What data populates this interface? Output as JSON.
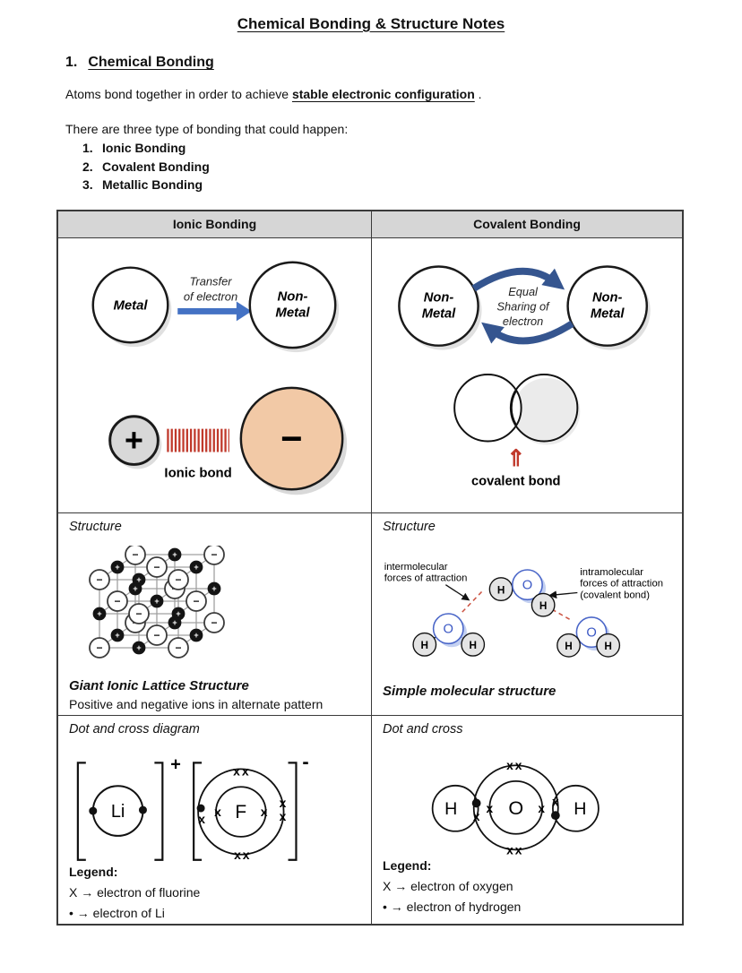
{
  "page": {
    "title": "Chemical Bonding & Structure Notes",
    "section": {
      "number": "1.",
      "heading": "Chemical Bonding"
    },
    "intro": {
      "pre": "Atoms bond together in order to achieve ",
      "emphasis": "stable electronic configuration",
      "post": " ."
    },
    "list_intro": "There are three type of bonding that could happen:",
    "bond_types": [
      {
        "num": "1.",
        "label": "Ionic Bonding"
      },
      {
        "num": "2.",
        "label": "Covalent Bonding"
      },
      {
        "num": "3.",
        "label": "Metallic Bonding"
      }
    ]
  },
  "table": {
    "headers": [
      "Ionic Bonding",
      "Covalent Bonding"
    ],
    "ionic": {
      "transfer": {
        "metal": "Metal",
        "nonmetal_line1": "Non-",
        "nonmetal_line2": "Metal",
        "arrow_label_line1": "Transfer",
        "arrow_label_line2": "of electron"
      },
      "bond": {
        "label": "Ionic bond"
      },
      "structure": {
        "heading": "Structure",
        "caption": "Giant Ionic Lattice Structure",
        "caption_sub": "Positive and negative ions in alternate pattern"
      },
      "dot_cross": {
        "heading": "Dot and cross diagram",
        "li": "Li",
        "li_charge": "+",
        "f": "F",
        "f_charge": "-",
        "legend_title": "Legend:",
        "legend_cross": "X → electron of fluorine",
        "legend_dot": "• → electron of Li"
      }
    },
    "covalent": {
      "sharing": {
        "left_line1": "Non-",
        "left_line2": "Metal",
        "right_line1": "Non-",
        "right_line2": "Metal",
        "label_line1": "Equal",
        "label_line2": "Sharing of",
        "label_line3": "electron"
      },
      "bond": {
        "arrow": "⇑",
        "label": "covalent bond"
      },
      "structure": {
        "heading": "Structure",
        "inter_line1": "intermolecular",
        "inter_line2": "forces of attraction",
        "intra_line1": "intramolecular",
        "intra_line2": "forces of attraction",
        "intra_line3": "(covalent bond)",
        "oxygen": "O",
        "hydrogen": "H",
        "caption": "Simple molecular structure"
      },
      "dot_cross": {
        "heading": "Dot and cross",
        "oxygen": "O",
        "hydrogen": "H",
        "legend_title": "Legend:",
        "legend_cross": "X → electron of oxygen",
        "legend_dot": "• → electron of hydrogen"
      }
    }
  },
  "glyphs": {
    "cross": "x",
    "pair": "xx",
    "plus": "+",
    "minus": "−"
  },
  "colors": {
    "header_bg": "#d6d6d6",
    "transfer_arrow": "#4472c4",
    "sharing_arrow": "#35558f",
    "ionic_dash_red": "#c0392b",
    "cation_fill": "#d8d8d8",
    "anion_fill": "#f2c9a6",
    "oxygen_blue": "#3a57c4",
    "hydrogen_fill": "#e4e4e4",
    "covalent_arrow_red": "#c0392b",
    "inter_dash_red": "#cc5544"
  }
}
